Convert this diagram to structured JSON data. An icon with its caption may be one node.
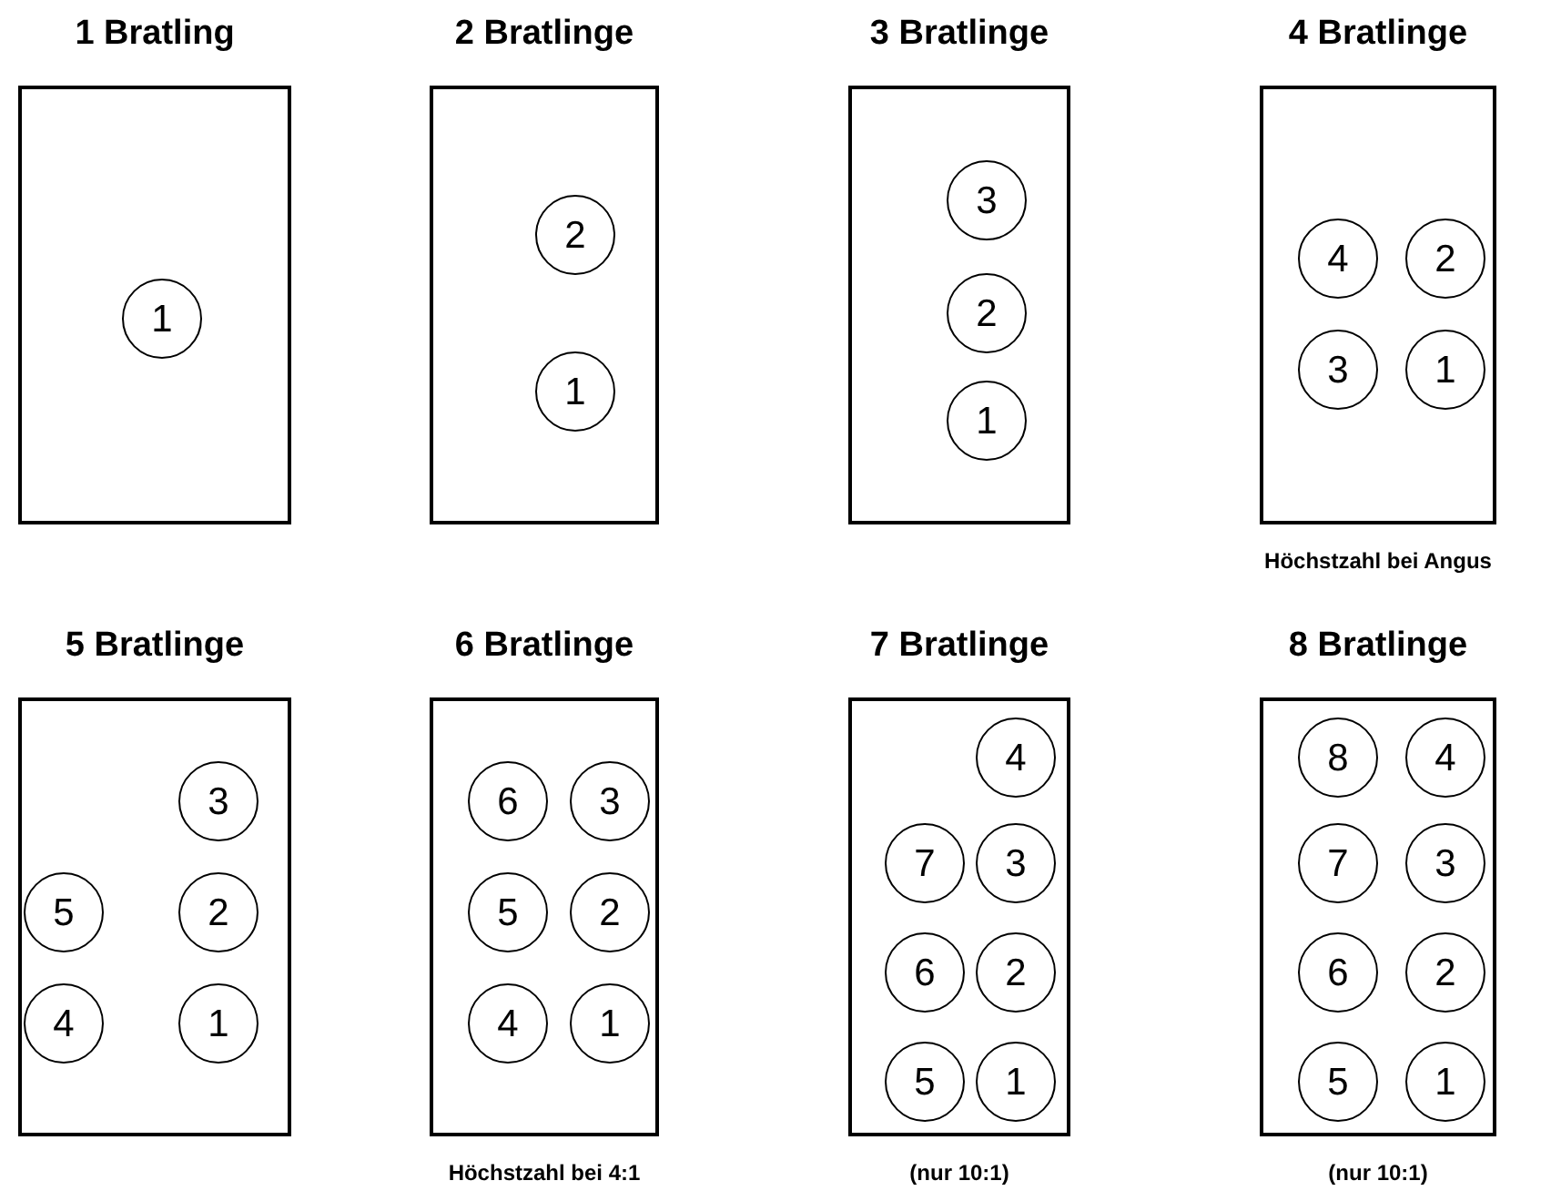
{
  "diagram": {
    "nodes": [
      {
        "text": [
          "1 Bratling"
        ]
      },
      {
        "text": [
          "1"
        ],
        "in": 0
      },
      {
        "text": [
          "2 Bratlinge"
        ]
      },
      {
        "text": [
          "2"
        ],
        "in": 2
      },
      {
        "text": [
          "1"
        ],
        "in": 2
      },
      {
        "text": [
          "3 Bratlinge"
        ]
      },
      {
        "text": [
          "3"
        ],
        "in": 5
      },
      {
        "text": [
          "2"
        ],
        "in": 5
      },
      {
        "text": [
          "1"
        ],
        "in": 5
      },
      {
        "text": [
          "4 Bratlinge"
        ],
        "beside": [
          "Höchstzahl bei Angus"
        ]
      },
      {
        "text": [
          "4"
        ],
        "in": 9
      },
      {
        "text": [
          "2"
        ],
        "in": 9
      },
      {
        "text": [
          "3"
        ],
        "in": 9
      },
      {
        "text": [
          "1"
        ],
        "in": 9
      },
      {
        "text": [
          "5 Bratlinge"
        ]
      },
      {
        "text": [
          "3"
        ],
        "in": 14
      },
      {
        "text": [
          "5"
        ],
        "in": 14
      },
      {
        "text": [
          "2"
        ],
        "in": 14
      },
      {
        "text": [
          "4"
        ],
        "in": 14
      },
      {
        "text": [
          "1"
        ],
        "in": 14
      },
      {
        "text": [
          "6 Bratlinge"
        ],
        "beside": [
          "Höchstzahl bei 4:1"
        ]
      },
      {
        "text": [
          "6"
        ],
        "in": 20
      },
      {
        "text": [
          "3"
        ],
        "in": 20
      },
      {
        "text": [
          "5"
        ],
        "in": 20
      },
      {
        "text": [
          "2"
        ],
        "in": 20
      },
      {
        "text": [
          "4"
        ],
        "in": 20
      },
      {
        "text": [
          "1"
        ],
        "in": 20
      },
      {
        "text": [
          "7 Bratlinge"
        ],
        "beside": [
          "(nur 10:1)"
        ]
      },
      {
        "text": [
          "4"
        ],
        "in": 27
      },
      {
        "text": [
          "7"
        ],
        "in": 27
      },
      {
        "text": [
          "3"
        ],
        "in": 27
      },
      {
        "text": [
          "6"
        ],
        "in": 27
      },
      {
        "text": [
          "2"
        ],
        "in": 27
      },
      {
        "text": [
          "5"
        ],
        "in": 27
      },
      {
        "text": [
          "1"
        ],
        "in": 27
      },
      {
        "text": [
          "8 Bratlinge"
        ],
        "beside": [
          "(nur 10:1)"
        ]
      },
      {
        "text": [
          "8"
        ],
        "in": 35
      },
      {
        "text": [
          "4"
        ],
        "in": 35
      },
      {
        "text": [
          "7"
        ],
        "in": 35
      },
      {
        "text": [
          "3"
        ],
        "in": 35
      },
      {
        "text": [
          "6"
        ],
        "in": 35
      },
      {
        "text": [
          "2"
        ],
        "in": 35
      },
      {
        "text": [
          "5"
        ],
        "in": 35
      },
      {
        "text": [
          "1"
        ],
        "in": 35
      }
    ]
  }
}
